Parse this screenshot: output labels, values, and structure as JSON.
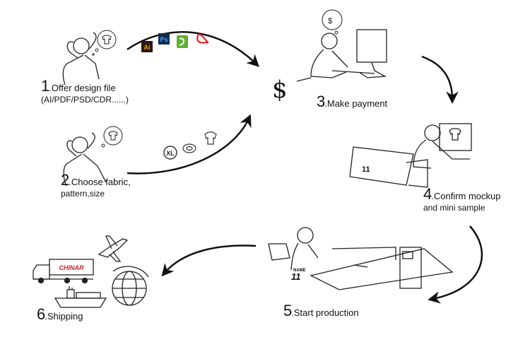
{
  "steps": [
    {
      "num": "1",
      "label": ".Offer design file",
      "sub": "(AI/PDF/PSD/CDR......)"
    },
    {
      "num": "2",
      "label": ".Choose fabric,",
      "sub": "pattern,size"
    },
    {
      "num": "3",
      "label": ".Make payment",
      "sub": ""
    },
    {
      "num": "4",
      "label": ".Confirm mockup",
      "sub": "and mini sample"
    },
    {
      "num": "5",
      "label": ".Start production",
      "sub": ""
    },
    {
      "num": "6",
      "label": ".Shipping",
      "sub": ""
    }
  ],
  "file_icons": {
    "ai": "Ai",
    "ps": "Ps",
    "pdf": "pdf",
    "cdr": "cdr"
  },
  "fabric_icons": {
    "size": "XL"
  },
  "payment_symbol": "$",
  "truck_brand": "CHINAR",
  "jersey": {
    "name": "NAME",
    "number": "11"
  },
  "colors": {
    "ai": "#2b1a0e",
    "ai_text": "#ff9a00",
    "ps": "#0f2b4f",
    "ps_text": "#31a8ff",
    "cdr": "#5fae2e",
    "pdf": "#e0242a",
    "truck_brand": "#d01c1c"
  }
}
